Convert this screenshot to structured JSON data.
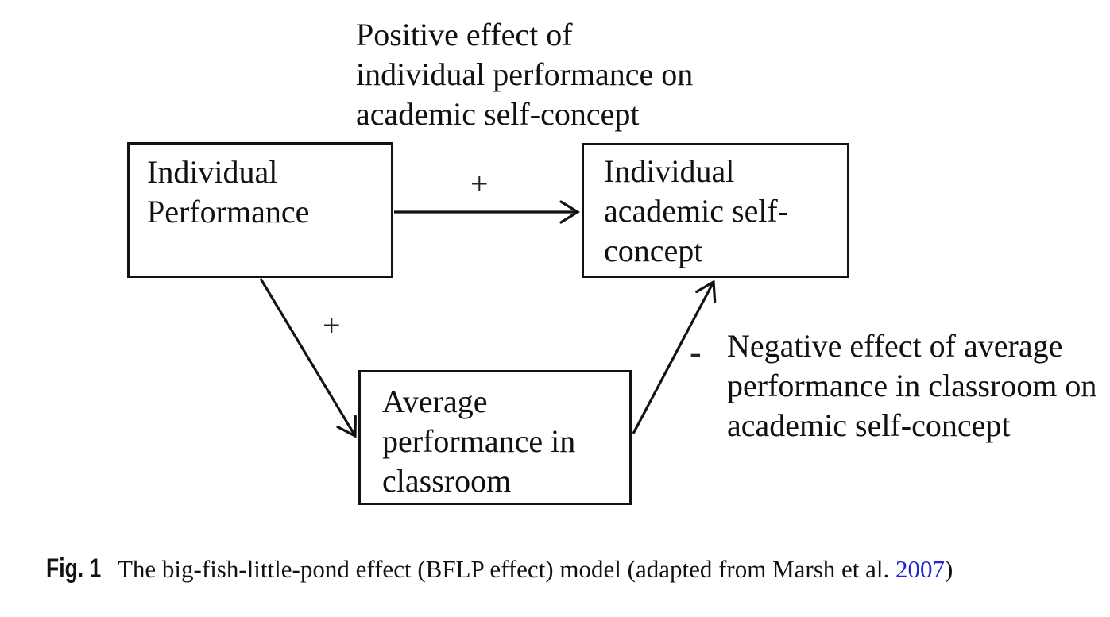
{
  "figure": {
    "annotations": {
      "top": "Positive effect of\nindividual performance on\nacademic self-concept",
      "right": "Negative effect of average\nperformance in classroom on\nacademic self-concept"
    },
    "boxes": {
      "individual_performance": "Individual\nPerformance",
      "individual_academic_self_concept": "Individual\nacademic self-\nconcept",
      "average_performance_in_classroom": "Average\nperformance in\nclassroom"
    },
    "signs": {
      "direct_path": "+",
      "performance_to_classroom_path": "+",
      "classroom_to_self_concept_path": "-"
    }
  },
  "caption": {
    "fig_label": "Fig. 1",
    "text": " The big-fish-little-pond effect (BFLP effect) model (adapted from Marsh et al. ",
    "link": "2007",
    "suffix": ")"
  },
  "colors": {
    "text": "#111111",
    "line": "#121212",
    "citation_link_blue": "#2424cf",
    "background": "#ffffff"
  }
}
